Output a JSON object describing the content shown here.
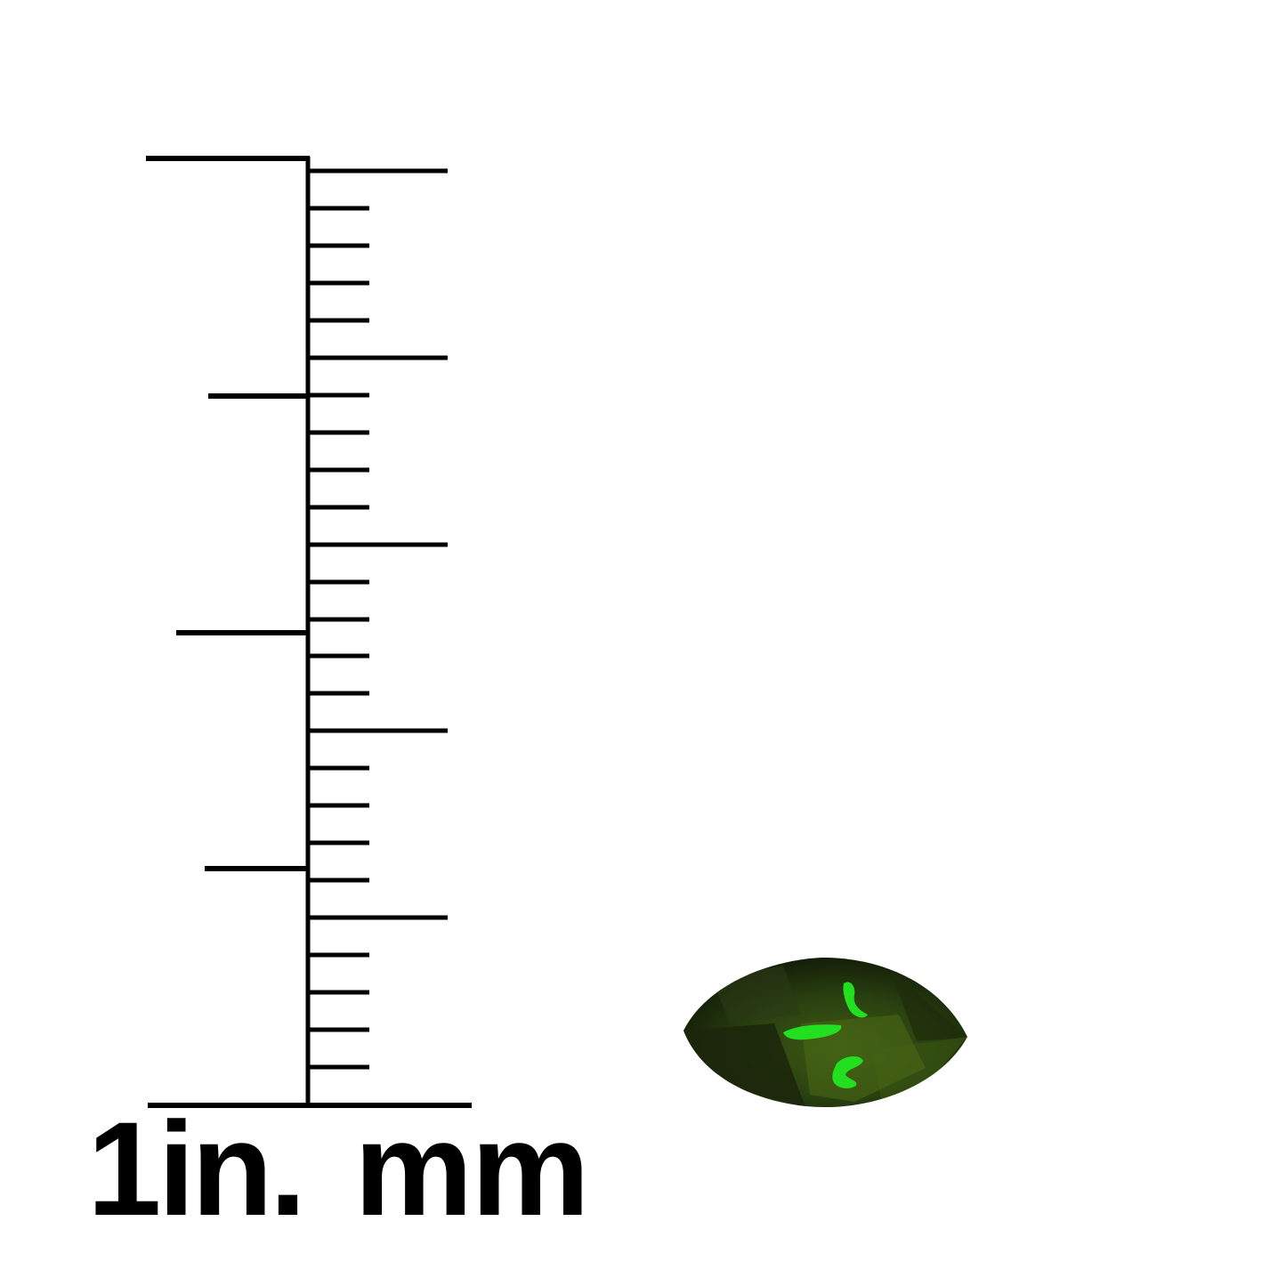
{
  "ruler": {
    "inch_label": "1in.",
    "mm_label": "mm",
    "inch_ticks": 4,
    "mm_ticks": 26,
    "color": "#000000"
  },
  "gem": {
    "shape": "marquise",
    "body_color": "#243a10",
    "flash_color": "#22e020"
  }
}
